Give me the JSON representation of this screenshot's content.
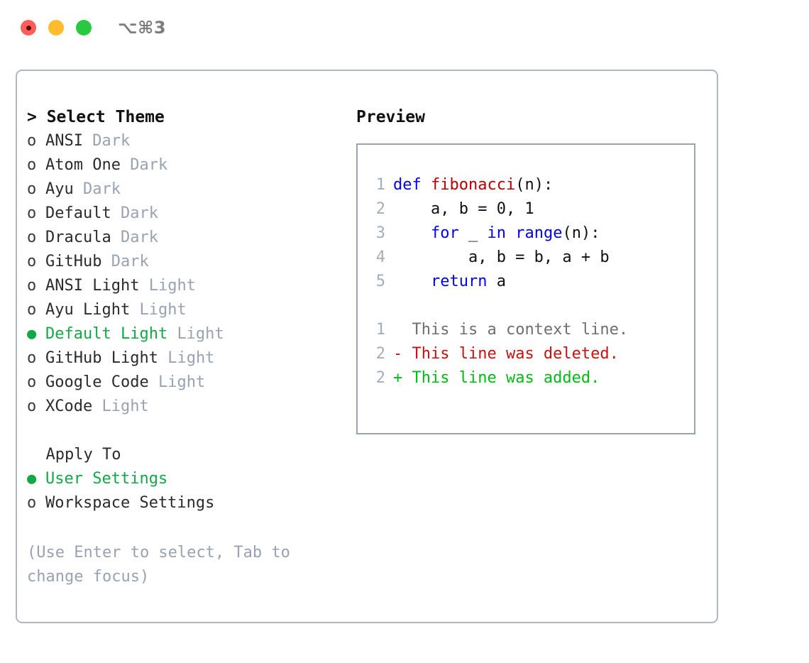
{
  "window": {
    "shortcut": "⌥⌘3",
    "traffic_lights": [
      "close-red",
      "minimize-yellow",
      "maximize-green"
    ]
  },
  "theme_panel": {
    "header": "> Select Theme",
    "items": [
      {
        "marker": "o",
        "name": "ANSI",
        "category": "Dark",
        "selected": false
      },
      {
        "marker": "o",
        "name": "Atom One",
        "category": "Dark",
        "selected": false
      },
      {
        "marker": "o",
        "name": "Ayu",
        "category": "Dark",
        "selected": false
      },
      {
        "marker": "o",
        "name": "Default",
        "category": "Dark",
        "selected": false
      },
      {
        "marker": "o",
        "name": "Dracula",
        "category": "Dark",
        "selected": false
      },
      {
        "marker": "o",
        "name": "GitHub",
        "category": "Dark",
        "selected": false
      },
      {
        "marker": "o",
        "name": "ANSI Light",
        "category": "Light",
        "selected": false
      },
      {
        "marker": "o",
        "name": "Ayu Light",
        "category": "Light",
        "selected": false
      },
      {
        "marker": "●",
        "name": "Default Light",
        "category": "Light",
        "selected": true
      },
      {
        "marker": "o",
        "name": "GitHub Light",
        "category": "Light",
        "selected": false
      },
      {
        "marker": "o",
        "name": "Google Code",
        "category": "Light",
        "selected": false
      },
      {
        "marker": "o",
        "name": "XCode",
        "category": "Light",
        "selected": false
      }
    ]
  },
  "apply_to": {
    "header": "  Apply To",
    "items": [
      {
        "marker": "●",
        "name": "User Settings",
        "selected": true
      },
      {
        "marker": "o",
        "name": "Workspace Settings",
        "selected": false
      }
    ]
  },
  "hint": "(Use Enter to select, Tab to change focus)",
  "preview": {
    "title": "Preview",
    "code_lines": [
      {
        "no": "1",
        "tokens": [
          {
            "t": "def",
            "c": "kw"
          },
          {
            "t": " ",
            "c": "plain"
          },
          {
            "t": "fibonacci",
            "c": "fn"
          },
          {
            "t": "(n):",
            "c": "plain"
          }
        ]
      },
      {
        "no": "2",
        "tokens": [
          {
            "t": "    a, b = 0, 1",
            "c": "plain"
          }
        ]
      },
      {
        "no": "3",
        "tokens": [
          {
            "t": "    ",
            "c": "plain"
          },
          {
            "t": "for",
            "c": "kw"
          },
          {
            "t": " _ ",
            "c": "plain"
          },
          {
            "t": "in",
            "c": "kw"
          },
          {
            "t": " ",
            "c": "plain"
          },
          {
            "t": "range",
            "c": "kw"
          },
          {
            "t": "(n):",
            "c": "plain"
          }
        ]
      },
      {
        "no": "4",
        "tokens": [
          {
            "t": "        a, b = b, a + b",
            "c": "plain"
          }
        ]
      },
      {
        "no": "5",
        "tokens": [
          {
            "t": "    ",
            "c": "plain"
          },
          {
            "t": "return",
            "c": "kw"
          },
          {
            "t": " a",
            "c": "plain"
          }
        ]
      }
    ],
    "diff_lines": [
      {
        "no": "1",
        "marker": " ",
        "text": "This is a context line.",
        "kind": "ctx"
      },
      {
        "no": "2",
        "marker": "-",
        "text": "This line was deleted.",
        "kind": "del"
      },
      {
        "no": "2",
        "marker": "+",
        "text": "This line was added.",
        "kind": "add"
      }
    ]
  },
  "colors": {
    "selection_green": "#11a945",
    "keyword_blue": "#0000ee",
    "function_red": "#b50000",
    "diff_delete_red": "#c91111",
    "diff_add_green": "#00bb14",
    "muted_gray_blue": "#99a2b2",
    "panel_border": "#aeb7c4",
    "code_border": "#99a4b4",
    "traffic_red": "#ff5f57",
    "traffic_yellow": "#febc2e",
    "traffic_green": "#28c840"
  }
}
